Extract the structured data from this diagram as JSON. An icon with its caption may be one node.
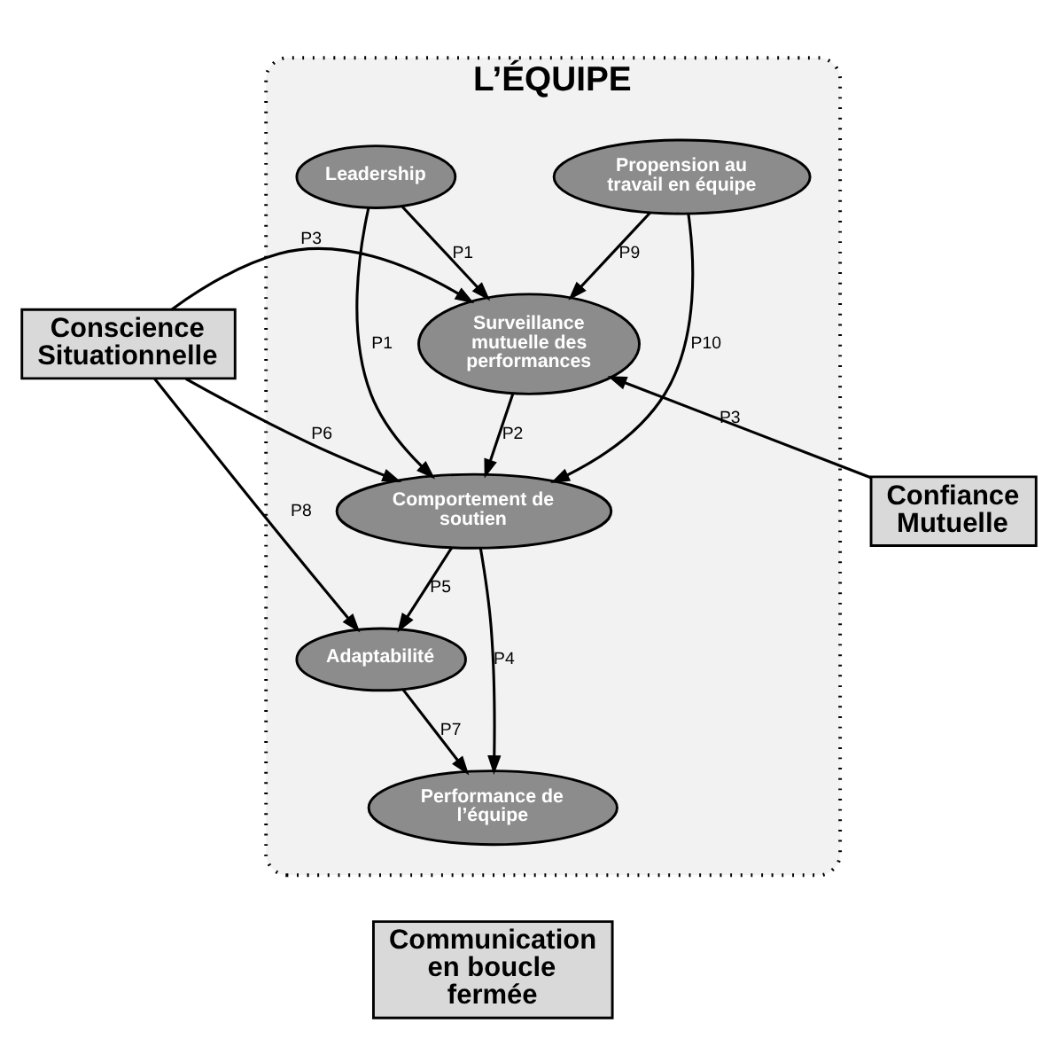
{
  "diagram": {
    "nodes": [
      {
        "text": [
          "L’ÉQUIPE"
        ]
      },
      {
        "text": [
          "Leadership"
        ],
        "in": 0
      },
      {
        "text": [
          "Propension au travail en équipe"
        ],
        "in": 0
      },
      {
        "text": [
          "Surveillance mutuelle des performances"
        ],
        "in": 0
      },
      {
        "text": [
          "Conscience Situationnelle"
        ]
      },
      {
        "text": [
          "Confiance Mutuelle"
        ]
      },
      {
        "text": [
          "Comportement de soutien"
        ],
        "in": 0
      },
      {
        "text": [
          "Adaptabilité"
        ],
        "in": 0
      },
      {
        "text": [
          "Performance de l’équipe"
        ],
        "in": 0
      },
      {
        "text": [
          "Communication en boucle fermée"
        ]
      }
    ],
    "edges": [
      {
        "from": 1,
        "to": 3,
        "arrow": "to",
        "label": "P1"
      },
      {
        "from": 1,
        "to": 6,
        "arrow": "to",
        "label": "P1"
      },
      {
        "from": 2,
        "to": 3,
        "arrow": "to",
        "label": "P9"
      },
      {
        "from": 2,
        "to": 6,
        "arrow": "to",
        "label": "P10"
      },
      {
        "from": 3,
        "to": 6,
        "arrow": "to",
        "label": "P2"
      },
      {
        "from": 4,
        "to": 3,
        "arrow": "to",
        "label": "P3"
      },
      {
        "from": 5,
        "to": 3,
        "arrow": "to",
        "label": "P3"
      },
      {
        "from": 4,
        "to": 6,
        "arrow": "to",
        "label": "P6"
      },
      {
        "from": 4,
        "to": 7,
        "arrow": "to",
        "label": "P8"
      },
      {
        "from": 6,
        "to": 7,
        "arrow": "to",
        "label": "P5"
      },
      {
        "from": 6,
        "to": 8,
        "arrow": "to",
        "label": "P4"
      },
      {
        "from": 7,
        "to": 8,
        "arrow": "to",
        "label": "P7"
      }
    ]
  }
}
